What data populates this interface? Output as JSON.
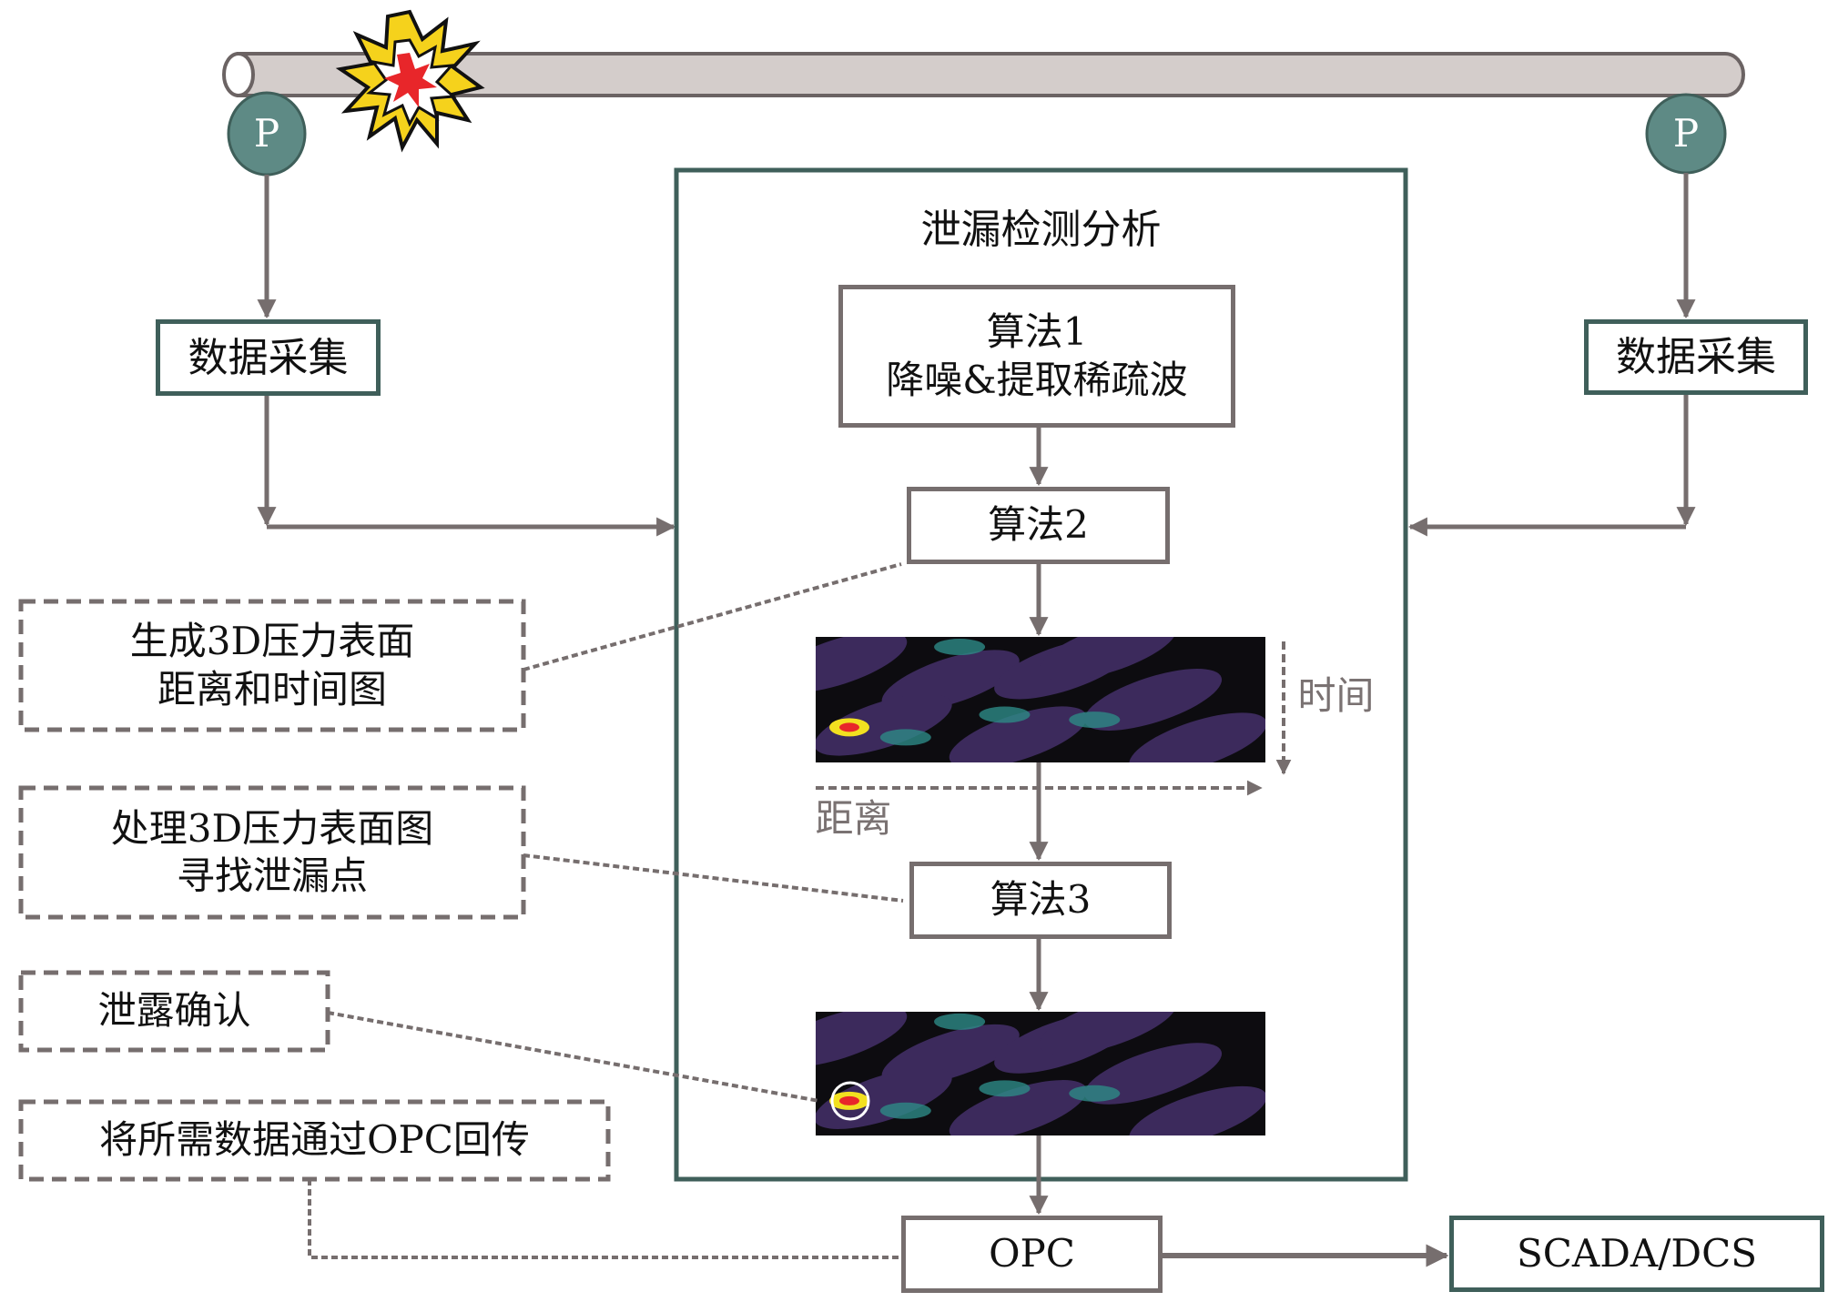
{
  "title": "泄漏检测分析",
  "sensors": [
    {
      "label": "P"
    },
    {
      "label": "P"
    }
  ],
  "data_collection": [
    {
      "label": "数据采集"
    },
    {
      "label": "数据采集"
    }
  ],
  "algorithms": [
    {
      "line1": "算法1",
      "line2": "降噪&提取稀疏波"
    },
    {
      "line1": "算法2"
    },
    {
      "line1": "算法3"
    }
  ],
  "heatmap_axes": {
    "time": "时间",
    "distance": "距离"
  },
  "annotations": [
    {
      "line1": "生成3D压力表面",
      "line2": "距离和时间图"
    },
    {
      "line1": "处理3D压力表面图",
      "line2": "寻找泄漏点"
    },
    {
      "line1": "泄露确认"
    },
    {
      "line1": "将所需数据通过OPC回传"
    }
  ],
  "outputs": {
    "opc": "OPC",
    "scada": "SCADA/DCS"
  },
  "colors": {
    "teal_border": "#3f5f5a",
    "sensor_fill": "#5e8a85",
    "arrow": "#766e6e",
    "pipe_fill": "#d4cdcb",
    "heatmap_bg": "#0d0c10",
    "heatmap_purple": "#3c2a5c",
    "leak_red": "#e8262a"
  }
}
